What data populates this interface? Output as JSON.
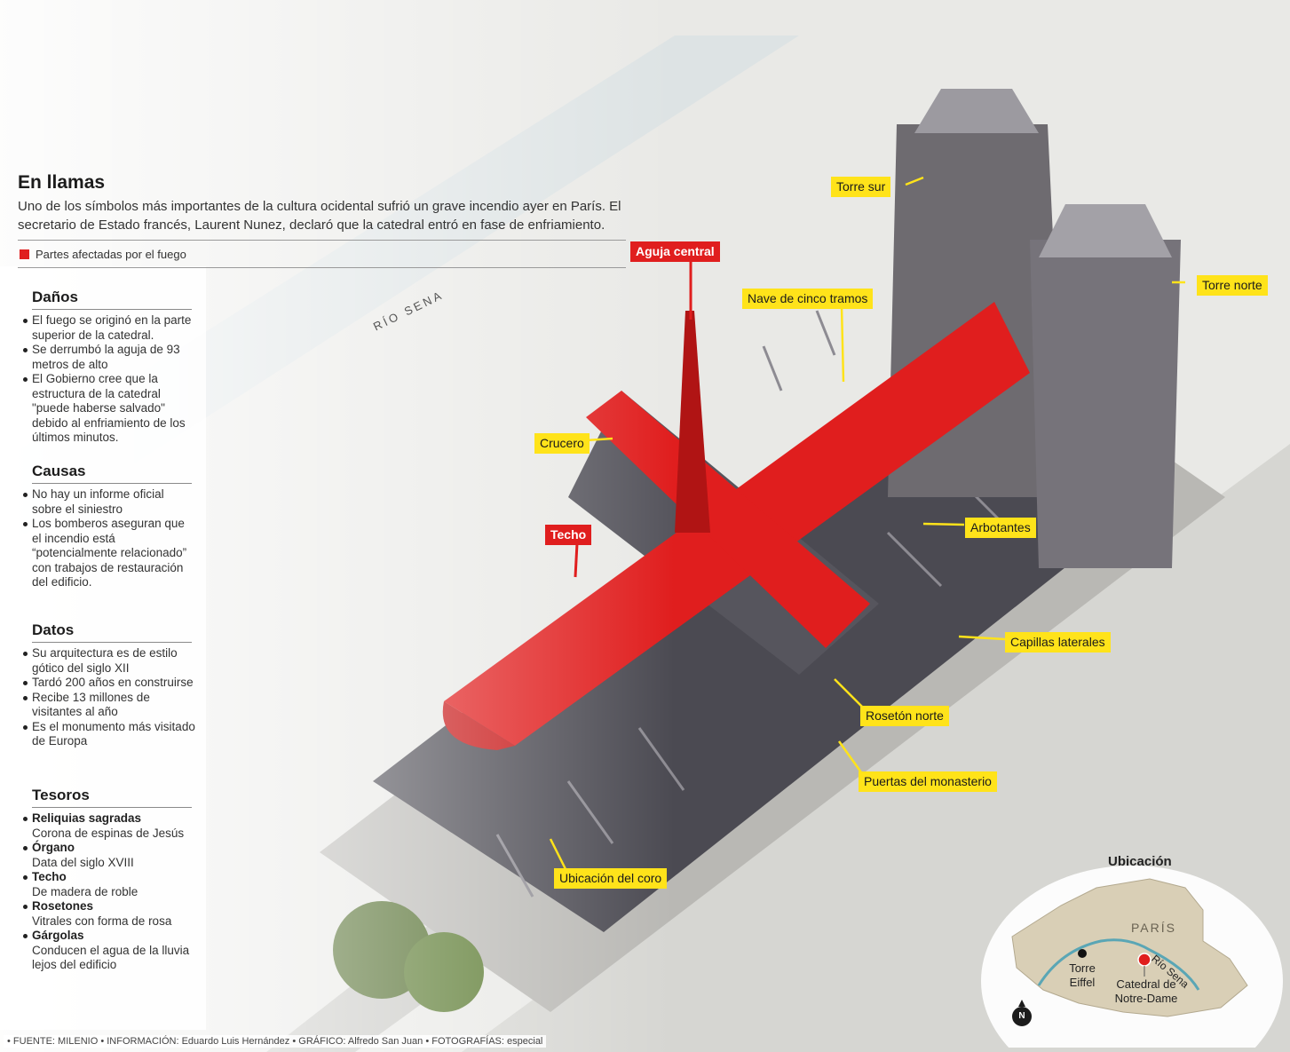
{
  "title": "En llamas",
  "intro": "Uno de los símbolos más importantes de la cultura ocidental sufrió un grave incendio ayer en París. El secretario de Estado francés, Laurent Nunez, declaró que la catedral entró en fase de enfriamiento.",
  "legend": "Partes afectadas por el fuego",
  "colors": {
    "fire": "#e01e1e",
    "callout": "#ffe31a",
    "stone": "#4b4a52"
  },
  "river_label": "RÍO SENA",
  "sections": {
    "danos": {
      "heading": "Daños",
      "items": [
        "El fuego se originó en la parte superior de la catedral.",
        "Se derrumbó la aguja de 93 metros de alto",
        "El Gobierno cree que la estructura de la catedral \"puede haberse salvado\" debido al enfriamiento de los últimos minutos."
      ]
    },
    "causas": {
      "heading": "Causas",
      "items": [
        "No hay un informe oficial sobre el siniestro",
        "Los bomberos aseguran que el incendio está “potencialmente relacionado” con trabajos de restauración del edificio."
      ]
    },
    "datos": {
      "heading": "Datos",
      "items": [
        "Su arquitectura es de estilo gótico del siglo XII",
        "Tardó 200 años en construirse",
        "Recibe 13 millones de visitantes al año",
        "Es el monumento más visitado de Europa"
      ]
    },
    "tesoros": {
      "heading": "Tesoros",
      "items": [
        {
          "head": "Reliquias sagradas",
          "desc": "Corona de espinas de Jesús"
        },
        {
          "head": "Órgano",
          "desc": "Data del siglo XVIII"
        },
        {
          "head": "Techo",
          "desc": "De madera de roble"
        },
        {
          "head": "Rosetones",
          "desc": "Vitrales con forma de rosa"
        },
        {
          "head": "Gárgolas",
          "desc": "Conducen el agua de la lluvia lejos del edificio"
        }
      ]
    }
  },
  "callouts": {
    "aguja": "Aguja central",
    "techo": "Techo",
    "crucero": "Crucero",
    "nave": "Nave de cinco tramos",
    "torre_sur": "Torre sur",
    "torre_norte": "Torre norte",
    "arbotantes": "Arbotantes",
    "capillas": "Capillas laterales",
    "roseton": "Rosetón norte",
    "puertas": "Puertas del monasterio",
    "coro": "Ubicación del coro"
  },
  "location_map": {
    "title": "Ubicación",
    "city": "PARÍS",
    "river": "Río Sena",
    "eiffel": "Torre Eiffel",
    "notre_dame": "Catedral de Notre-Dame",
    "north": "N"
  },
  "credits": {
    "fuente_label": "FUENTE:",
    "fuente": "MILENIO",
    "info_label": "INFORMACIÓN:",
    "info": "Eduardo Luis Hernández",
    "grafico_label": "GRÁFICO:",
    "grafico": "Alfredo San Juan",
    "foto_label": "FOTOGRAFÍAS:",
    "foto": "especial"
  }
}
